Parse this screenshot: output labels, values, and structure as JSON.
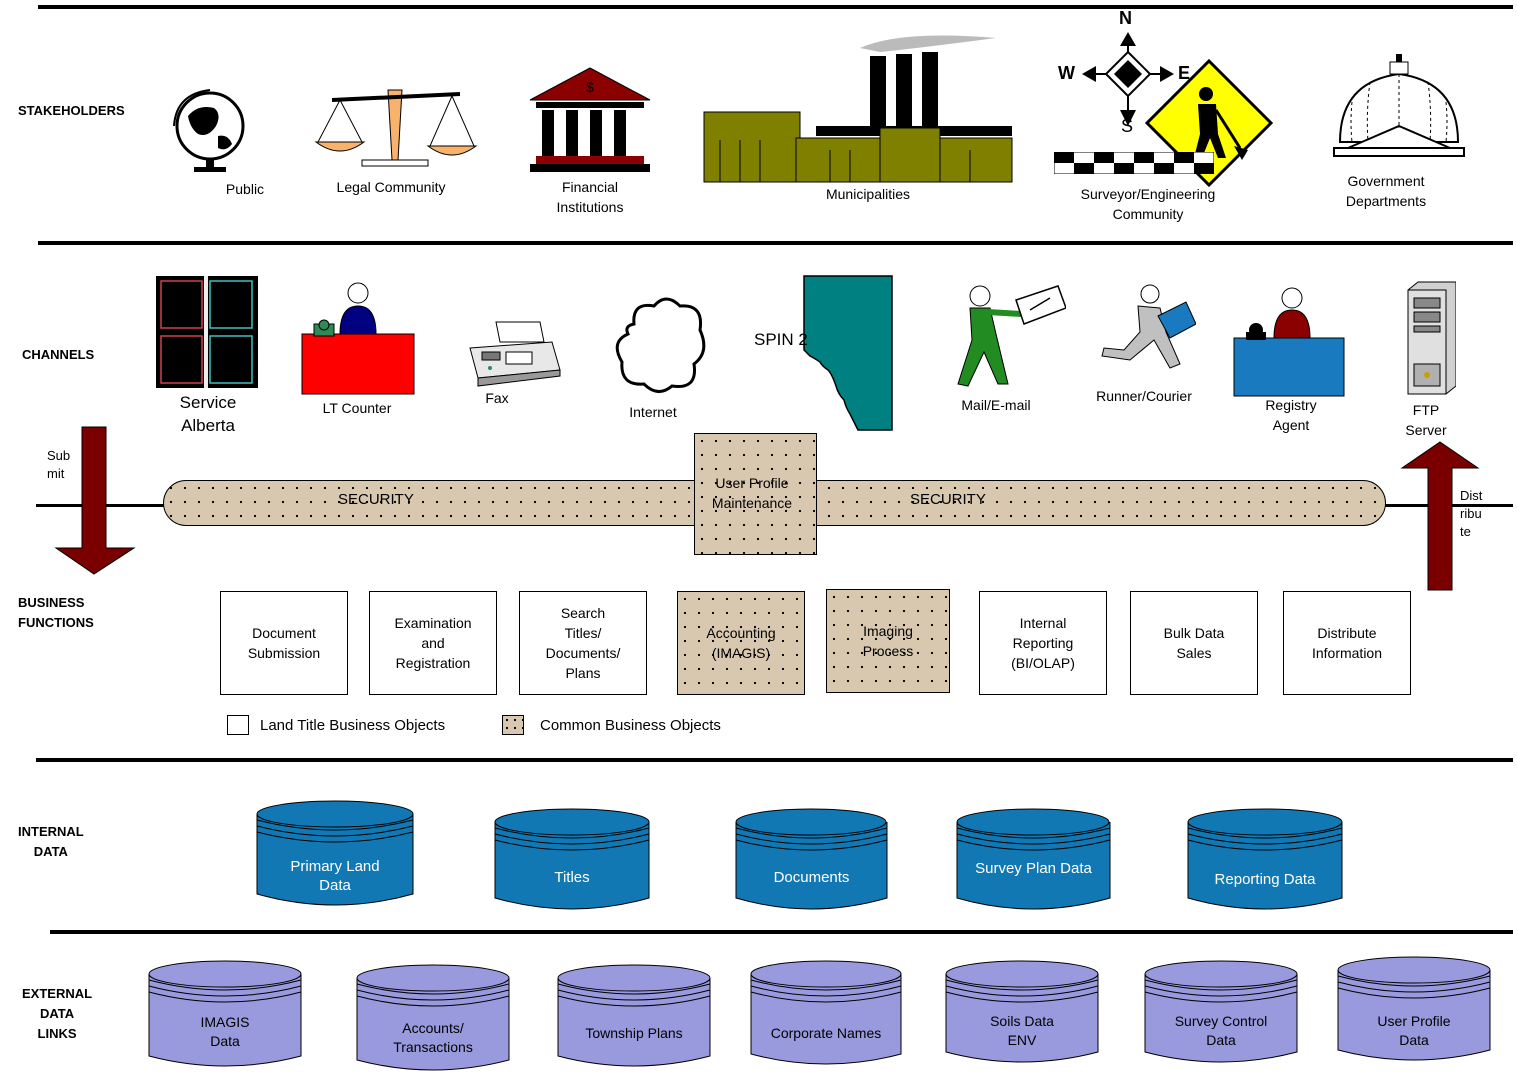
{
  "sections": {
    "stakeholders": "STAKEHOLDERS",
    "channels": "CHANNELS",
    "business_functions": "BUSINESS\nFUNCTIONS",
    "internal_data": "INTERNAL\nDATA",
    "external_data_links": "EXTERNAL\nDATA\nLINKS"
  },
  "stakeholders": {
    "public": "Public",
    "legal": "Legal Community",
    "financial": "Financial\nInstitutions",
    "municipalities": "Municipalities",
    "surveyor": "Surveyor/Engineering\nCommunity",
    "government": "Government\nDepartments"
  },
  "compass": {
    "n": "N",
    "s": "S",
    "e": "E",
    "w": "W"
  },
  "channels": {
    "service_alberta": "Service\nAlberta",
    "lt_counter": "LT Counter",
    "fax": "Fax",
    "internet": "Internet",
    "spin2": "SPIN 2",
    "mail": "Mail/E-mail",
    "runner": "Runner/Courier",
    "registry": "Registry\nAgent",
    "ftp": "FTP\nServer"
  },
  "flow": {
    "submit": "Sub\nmit",
    "distribute": "Dist\nribu\nte",
    "security_left": "SECURITY",
    "security_right": "SECURITY",
    "user_profile": "User Profile\nMaintenance"
  },
  "business_functions": [
    {
      "label": "Document\nSubmission",
      "common": false
    },
    {
      "label": "Examination\nand\nRegistration",
      "common": false
    },
    {
      "label": "Search\nTitles/\nDocuments/\nPlans",
      "common": false
    },
    {
      "label": "Accounting\n(IMAGIS)",
      "common": true
    },
    {
      "label": "Imaging\nProcess",
      "common": true
    },
    {
      "label": "Internal\nReporting\n(BI/OLAP)",
      "common": false
    },
    {
      "label": "Bulk Data\nSales",
      "common": false
    },
    {
      "label": "Distribute\nInformation",
      "common": false
    }
  ],
  "legend": {
    "land_title": "Land Title Business Objects",
    "common": "Common Business Objects"
  },
  "internal_data": [
    "Primary Land\nData",
    "Titles",
    "Documents",
    "Survey Plan Data",
    "Reporting Data"
  ],
  "external_data": [
    "IMAGIS\nData",
    "Accounts/\nTransactions",
    "Township Plans",
    "Corporate Names",
    "Soils Data\nENV",
    "Survey Control\nData",
    "User Profile\nData"
  ],
  "colors": {
    "internal_cylinder": "#1278b4",
    "external_cylinder": "#9999dd",
    "arrow": "#7a0000",
    "common_fill": "#d8c8b0",
    "spin2": "#008080",
    "counter": "#ff0000",
    "registry_desk": "#1a7ac0",
    "municipal": "#808000",
    "road_sign": "#ffff00"
  }
}
